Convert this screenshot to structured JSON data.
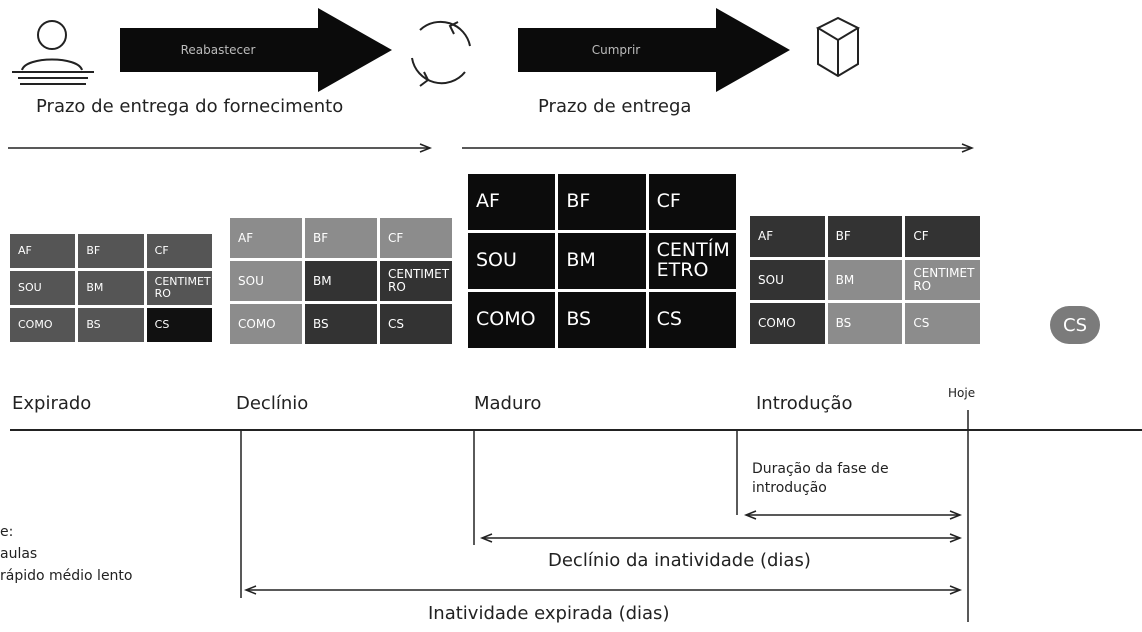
{
  "top_flow": {
    "replenish_label": "Reabastecer",
    "fulfill_label": "Cumprir",
    "supply_lead_time": "Prazo de entrega do fornecimento",
    "lead_time": "Prazo de entrega"
  },
  "grids": [
    {
      "color": "#555555",
      "cells": [
        "AF",
        "BF",
        "CF",
        "SOU",
        "BM",
        "CENTIMETRO",
        "COMO",
        "BS",
        "CS"
      ]
    },
    {
      "color": "#8c8c8c",
      "cells": [
        "AF",
        "BF",
        "CF",
        "SOU",
        "BM",
        "CENTIMETRO",
        "COMO",
        "BS",
        "CS"
      ]
    },
    {
      "color": "#0c0c0c",
      "cells": [
        "AF",
        "BF",
        "CF",
        "SOU",
        "BM",
        "CENTÍMETRO",
        "COMO",
        "BS",
        "CS"
      ]
    },
    {
      "color": "#3c3c3c",
      "cells": [
        "AF",
        "BF",
        "CF",
        "SOU",
        "BM",
        "CENTIMETRO",
        "COMO",
        "BS",
        "CS"
      ]
    }
  ],
  "badge": {
    "label": "CS"
  },
  "phases": {
    "expired": "Expirado",
    "decline": "Declínio",
    "mature": "Maduro",
    "intro": "Introdução",
    "today": "Hoje"
  },
  "durations": {
    "intro_duration": "Duração da fase de introdução",
    "decline_inactivity": "Declínio da inatividade (dias)",
    "expired_inactivity": "Inatividade expirada (dias)"
  },
  "legend_partial": {
    "line1": "e:",
    "line2": "aulas",
    "line3": "rápido médio lento"
  }
}
